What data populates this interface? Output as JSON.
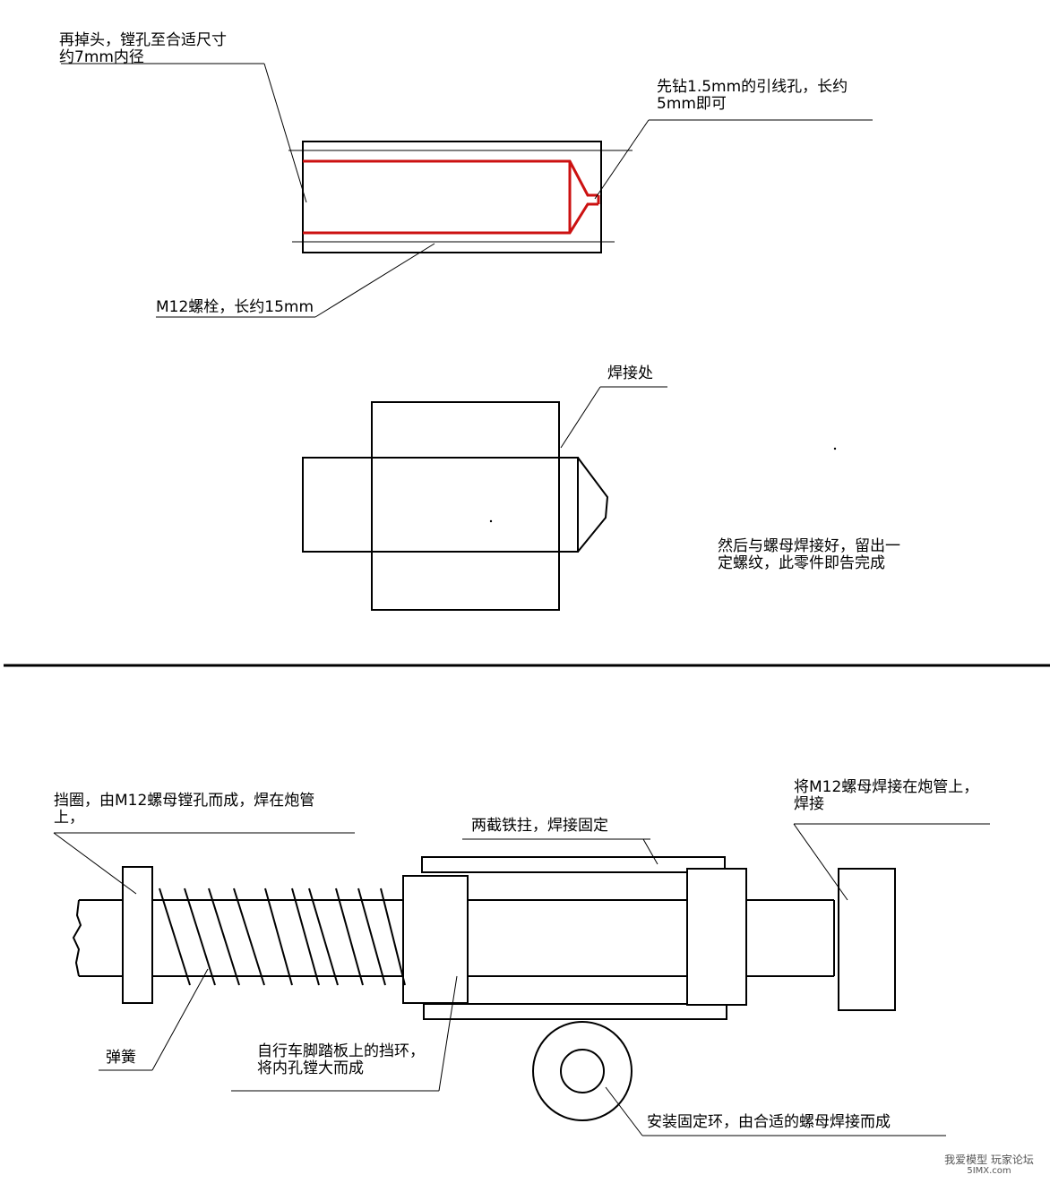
{
  "diagram": {
    "labels": {
      "bore_hole": [
        "再掉头，镗孔至合适尺寸",
        "约7mm内径"
      ],
      "pilot_hole": [
        "先钻1.5mm的引线孔，长约",
        "5mm即可"
      ],
      "bolt": [
        "M12螺栓，长约15mm"
      ],
      "weld_point": [
        "焊接处"
      ],
      "finish_note": [
        "然后与螺母焊接好，留出一",
        "定螺纹，此零件即告完成"
      ],
      "stop_ring": [
        "挡圈，由M12螺母镗孔而成，焊在炮管",
        "上，"
      ],
      "iron_strip": [
        "两截铁拄，焊接固定"
      ],
      "nut_weld": [
        "将M12螺母焊接在炮管上，",
        "焊接"
      ],
      "spring": [
        "弹簧"
      ],
      "pedal_ring": [
        "自行车脚踏板上的挡环，",
        "将内孔镗大而成"
      ],
      "mount_ring": [
        "安装固定环，由合适的螺母焊接而成"
      ]
    },
    "colors": {
      "line": "#000000",
      "bore_outline": "#cc1111",
      "watermark": "#555555"
    }
  },
  "watermark": {
    "line1": "我爱模型 玩家论坛",
    "line2": "5IMX.com"
  }
}
